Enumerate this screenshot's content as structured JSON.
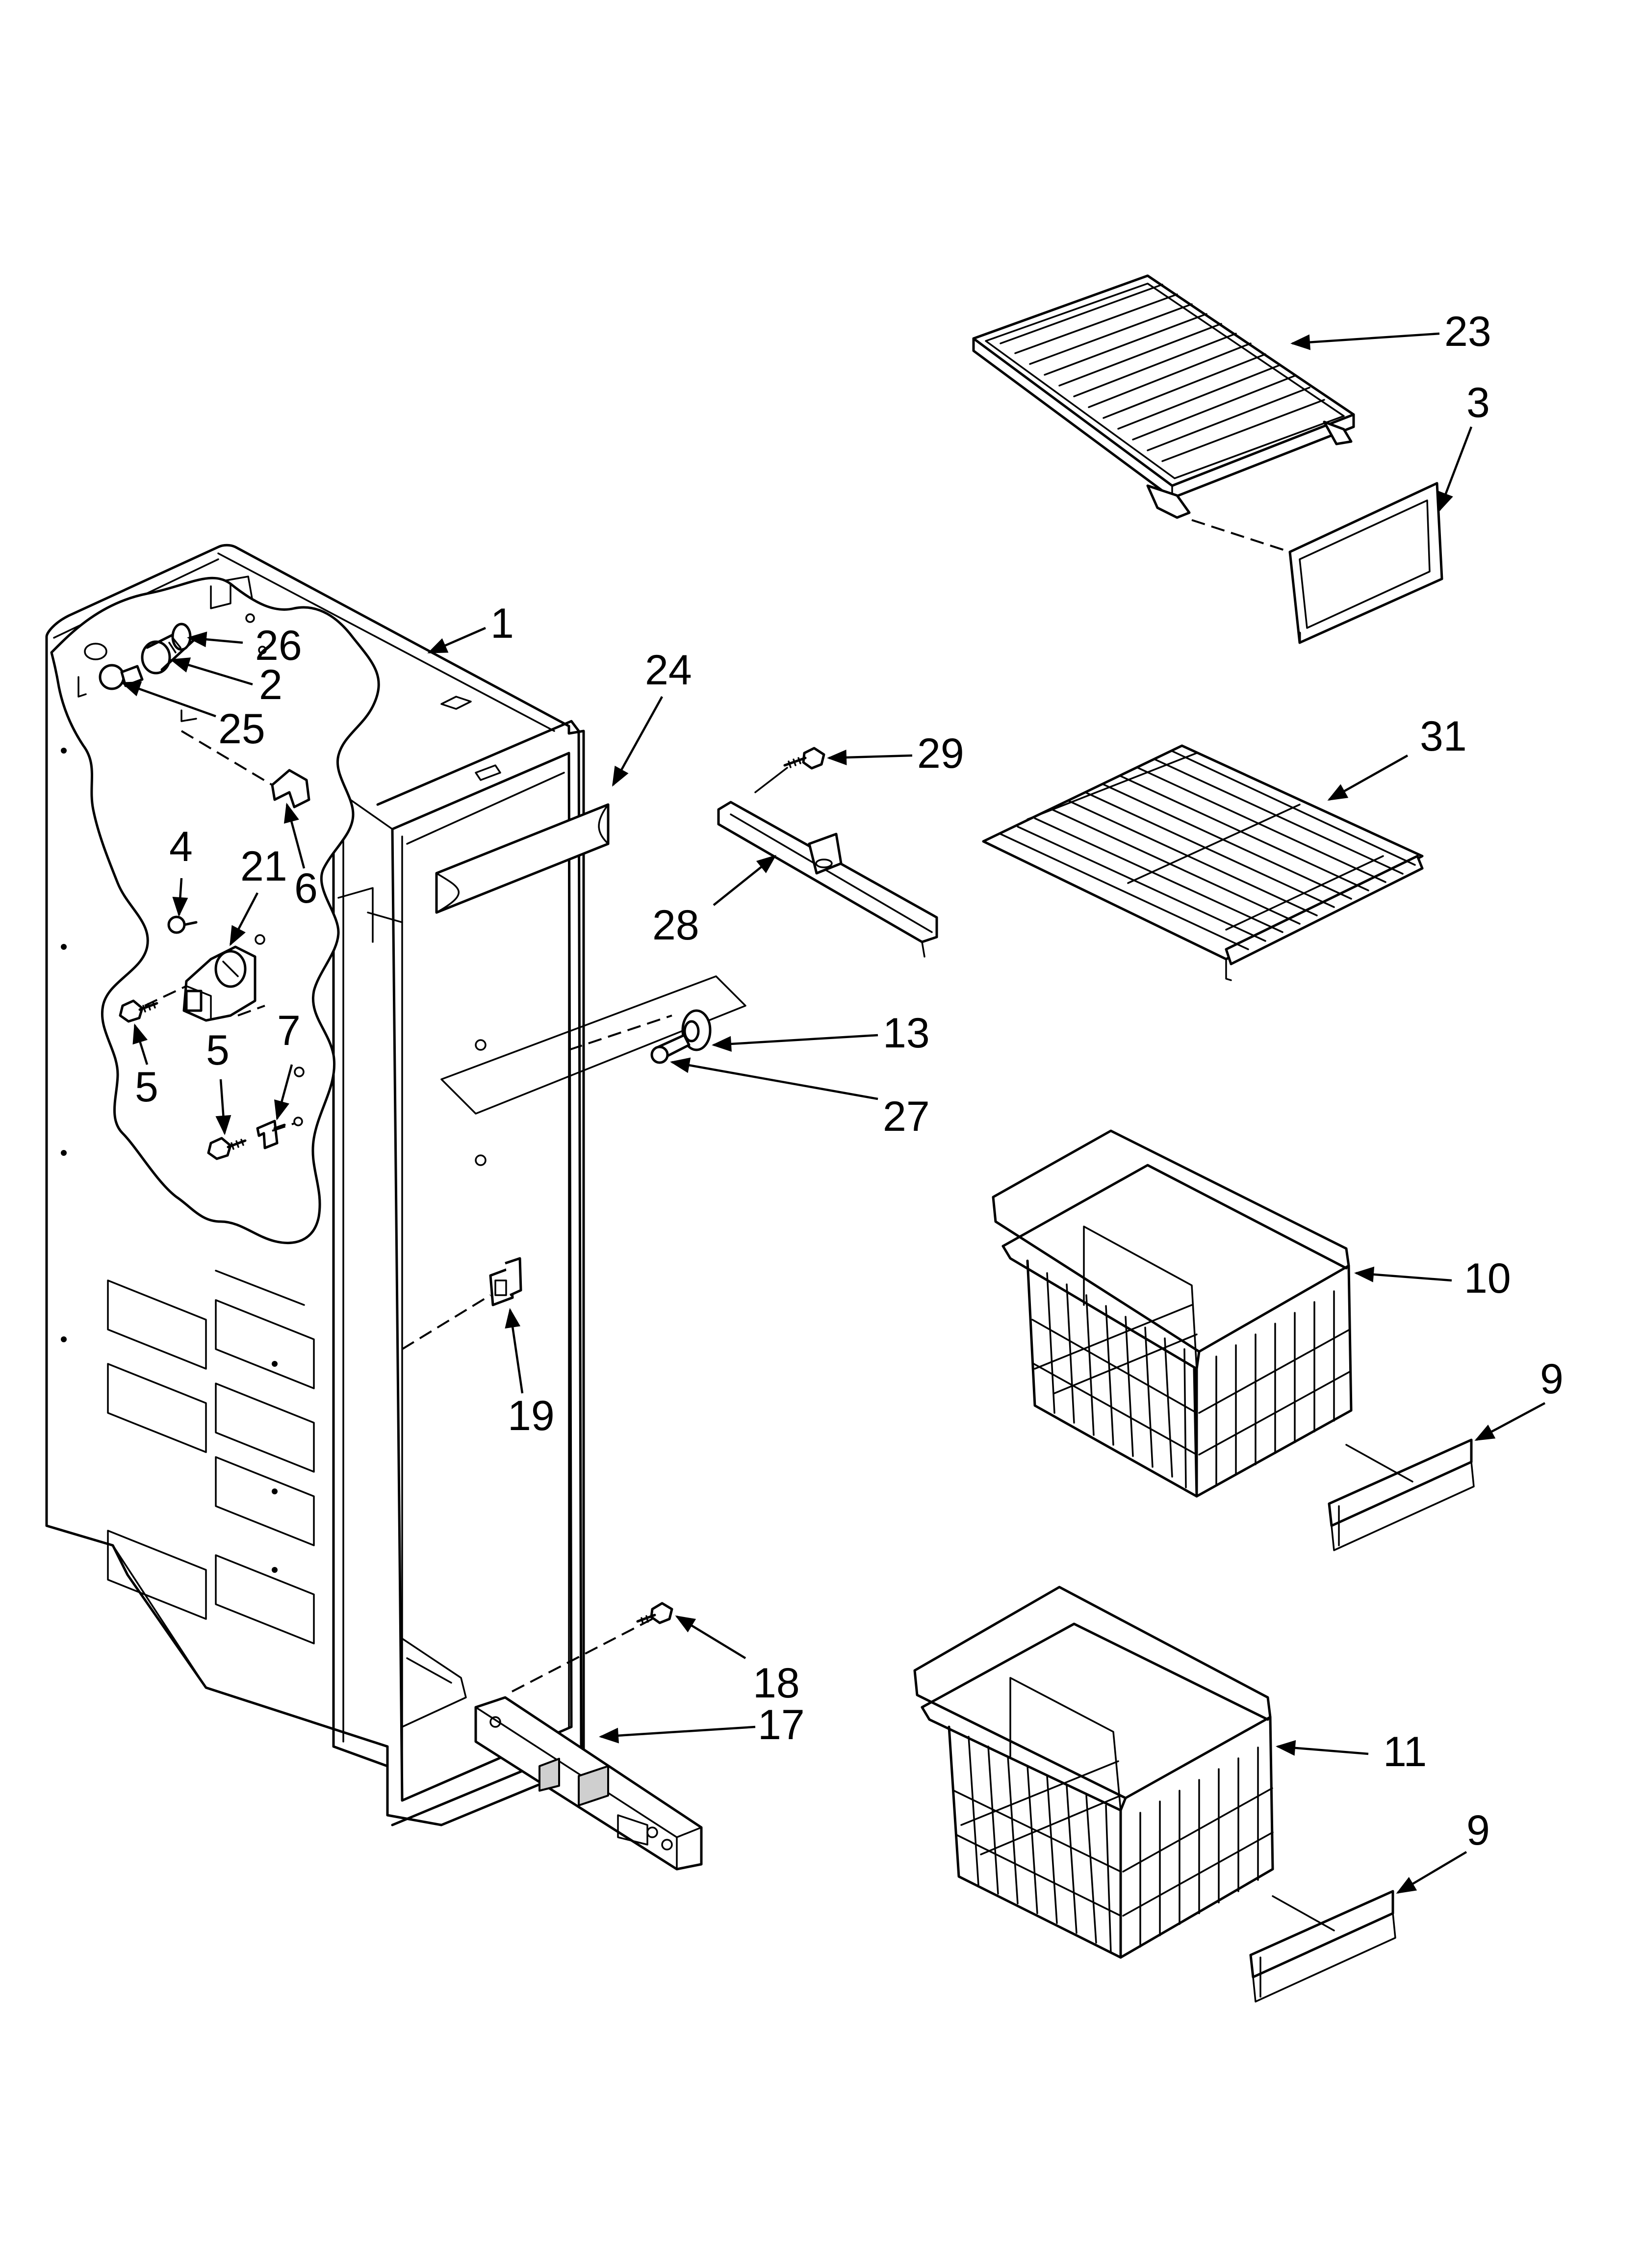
{
  "diagram": {
    "callouts": [
      {
        "id": "c1",
        "label": "1"
      },
      {
        "id": "c2",
        "label": "2"
      },
      {
        "id": "c3",
        "label": "3"
      },
      {
        "id": "c4",
        "label": "4"
      },
      {
        "id": "c5a",
        "label": "5"
      },
      {
        "id": "c5b",
        "label": "5"
      },
      {
        "id": "c6",
        "label": "6"
      },
      {
        "id": "c7",
        "label": "7"
      },
      {
        "id": "c9a",
        "label": "9"
      },
      {
        "id": "c9b",
        "label": "9"
      },
      {
        "id": "c10",
        "label": "10"
      },
      {
        "id": "c11",
        "label": "11"
      },
      {
        "id": "c13",
        "label": "13"
      },
      {
        "id": "c17",
        "label": "17"
      },
      {
        "id": "c18",
        "label": "18"
      },
      {
        "id": "c19",
        "label": "19"
      },
      {
        "id": "c21",
        "label": "21"
      },
      {
        "id": "c23",
        "label": "23"
      },
      {
        "id": "c24",
        "label": "24"
      },
      {
        "id": "c25",
        "label": "25"
      },
      {
        "id": "c26",
        "label": "26"
      },
      {
        "id": "c27",
        "label": "27"
      },
      {
        "id": "c28",
        "label": "28"
      },
      {
        "id": "c29",
        "label": "29"
      },
      {
        "id": "c31",
        "label": "31"
      }
    ]
  }
}
